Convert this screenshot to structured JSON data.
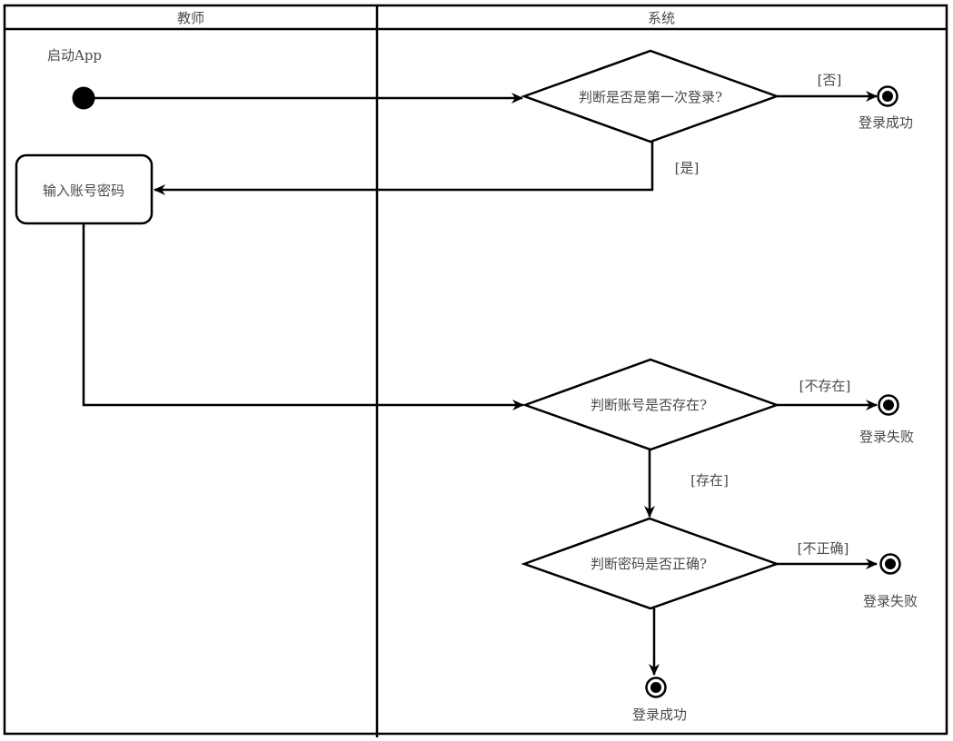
{
  "diagram": {
    "type": "uml-activity-swimlane",
    "lanes": [
      {
        "id": "teacher",
        "title": "教师"
      },
      {
        "id": "system",
        "title": "系统"
      }
    ],
    "nodes": {
      "start": {
        "kind": "initial",
        "label": "启动App",
        "lane": "teacher"
      },
      "input_credentials": {
        "kind": "action",
        "label": "输入账号密码",
        "lane": "teacher"
      },
      "decision_first_login": {
        "kind": "decision",
        "label": "判断是否是第一次登录?",
        "lane": "system"
      },
      "decision_account_exists": {
        "kind": "decision",
        "label": "判断账号是否存在?",
        "lane": "system"
      },
      "decision_password_correct": {
        "kind": "decision",
        "label": "判断密码是否正确?",
        "lane": "system"
      },
      "end_success_1": {
        "kind": "final",
        "label": "登录成功",
        "lane": "system"
      },
      "end_fail_1": {
        "kind": "final",
        "label": "登录失败",
        "lane": "system"
      },
      "end_fail_2": {
        "kind": "final",
        "label": "登录失败",
        "lane": "system"
      },
      "end_success_2": {
        "kind": "final",
        "label": "登录成功",
        "lane": "system"
      }
    },
    "edges": [
      {
        "from": "start",
        "to": "decision_first_login",
        "guard": ""
      },
      {
        "from": "decision_first_login",
        "to": "end_success_1",
        "guard": "[否]"
      },
      {
        "from": "decision_first_login",
        "to": "input_credentials",
        "guard": "[是]"
      },
      {
        "from": "input_credentials",
        "to": "decision_account_exists",
        "guard": ""
      },
      {
        "from": "decision_account_exists",
        "to": "end_fail_1",
        "guard": "[不存在]"
      },
      {
        "from": "decision_account_exists",
        "to": "decision_password_correct",
        "guard": "[存在]"
      },
      {
        "from": "decision_password_correct",
        "to": "end_fail_2",
        "guard": "[不正确]"
      },
      {
        "from": "decision_password_correct",
        "to": "end_success_2",
        "guard": ""
      }
    ]
  }
}
